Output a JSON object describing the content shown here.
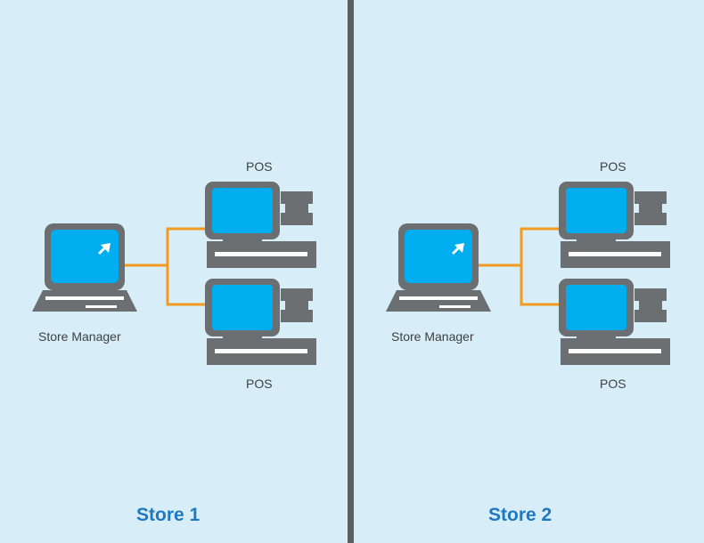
{
  "stores": [
    {
      "title": "Store 1",
      "manager_label": "Store Manager",
      "pos_top_label": "POS",
      "pos_bottom_label": "POS"
    },
    {
      "title": "Store 2",
      "manager_label": "Store Manager",
      "pos_top_label": "POS",
      "pos_bottom_label": "POS"
    }
  ],
  "colors": {
    "background": "#d7eef9",
    "divider": "#5c6063",
    "device": "#6c6f72",
    "screen": "#00aeef",
    "connector": "#f39a1f",
    "title": "#1f78c1"
  },
  "icons": {
    "manager": "laptop-icon",
    "pos": "pos-terminal-icon"
  }
}
